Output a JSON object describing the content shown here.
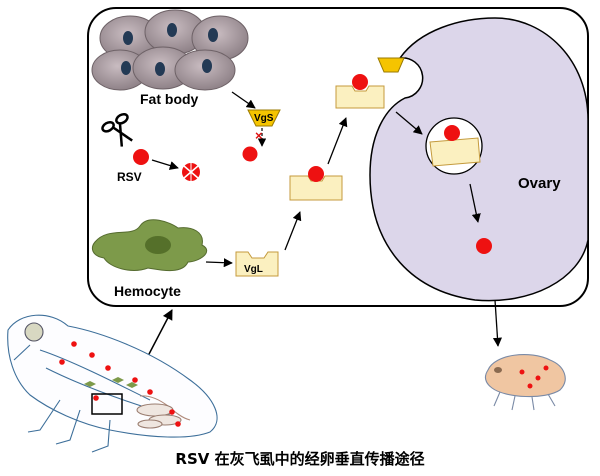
{
  "labels": {
    "fat_body": "Fat body",
    "vgs": "VgS",
    "rsv": "RSV",
    "hemocyte": "Hemocyte",
    "vgl": "VgL",
    "ovary": "Ovary"
  },
  "caption": "RSV 在灰飞虱中的经卵垂直传播途径",
  "colors": {
    "virus": "#ee1111",
    "receptor": "#fbf0c0",
    "receptor_border": "#c49a3c",
    "vgs_fill": "#f5c400",
    "ovary_fill": "#dcd6ea",
    "fat_cell": "#a89aa0",
    "nucleus": "#233a55",
    "hemocyte": "#7d9a4a"
  },
  "icons": [
    "scissors-icon",
    "insect-icon",
    "nymph-icon"
  ]
}
